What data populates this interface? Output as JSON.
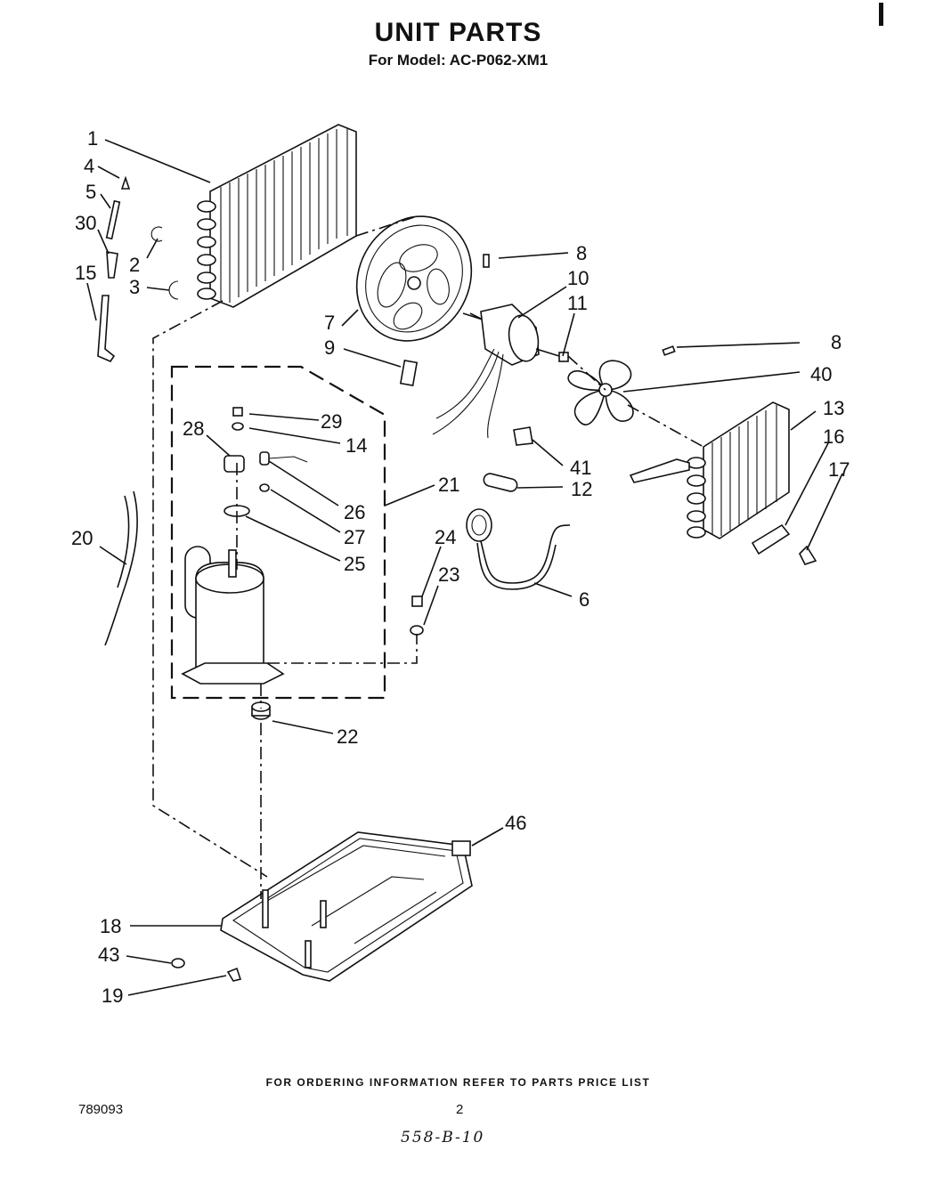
{
  "header": {
    "title": "UNIT PARTS",
    "subtitle": "For Model: AC-P062-XM1"
  },
  "footer": {
    "ordering_note": "FOR ORDERING INFORMATION REFER TO PARTS PRICE LIST",
    "document_number": "789093",
    "page_number": "2",
    "handwritten_note": "558-B-10"
  },
  "callouts": [
    "1",
    "4",
    "5",
    "30",
    "2",
    "3",
    "15",
    "8",
    "10",
    "11",
    "7",
    "9",
    "8",
    "40",
    "13",
    "16",
    "17",
    "29",
    "14",
    "28",
    "26",
    "21",
    "27",
    "25",
    "12",
    "41",
    "20",
    "24",
    "23",
    "6",
    "22",
    "46",
    "18",
    "43",
    "19"
  ]
}
